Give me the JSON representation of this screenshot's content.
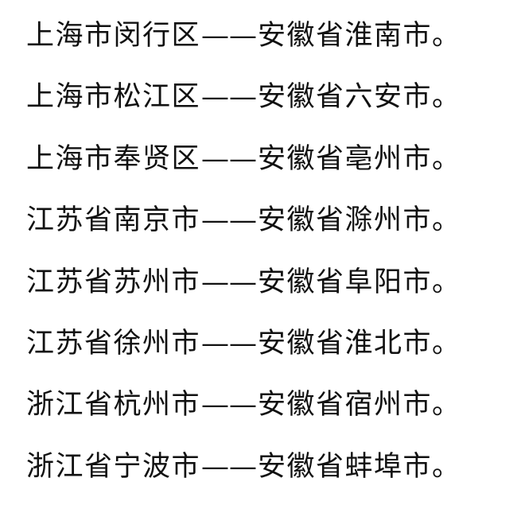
{
  "pairs": [
    {
      "from": "上海市闵行区",
      "separator": "——",
      "to": "安徽省淮南市。"
    },
    {
      "from": "上海市松江区",
      "separator": "——",
      "to": "安徽省六安市。"
    },
    {
      "from": "上海市奉贤区",
      "separator": "——",
      "to": "安徽省亳州市。"
    },
    {
      "from": "江苏省南京市",
      "separator": "——",
      "to": "安徽省滁州市。"
    },
    {
      "from": "江苏省苏州市",
      "separator": "——",
      "to": "安徽省阜阳市。"
    },
    {
      "from": "江苏省徐州市",
      "separator": "——",
      "to": "安徽省淮北市。"
    },
    {
      "from": "浙江省杭州市",
      "separator": "——",
      "to": "安徽省宿州市。"
    },
    {
      "from": "浙江省宁波市",
      "separator": "——",
      "to": "安徽省蚌埠市。"
    }
  ]
}
